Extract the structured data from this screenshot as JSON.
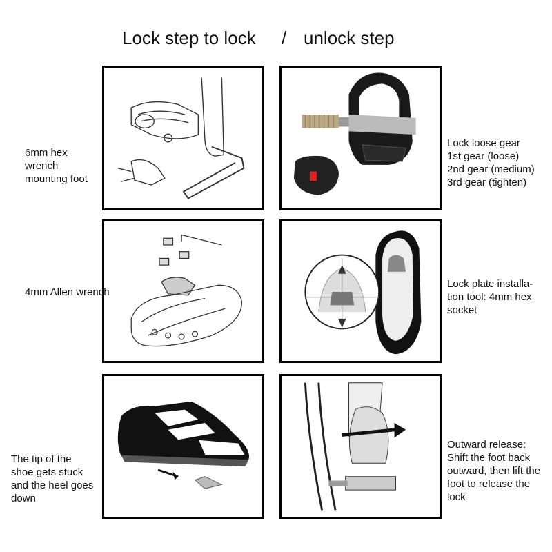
{
  "header": {
    "lock_title": "Lock step to lock",
    "separator": "/",
    "unlock_title": "unlock step"
  },
  "captions": {
    "hex_wrench": "6mm hex\nwrench\nmounting foot",
    "lock_gear": "Lock loose gear\n1st gear (loose)\n2nd gear (medium)\n3rd gear (tighten)",
    "allen_wrench": "4mm Allen wrench",
    "lock_plate": "Lock plate installa-\ntion tool: 4mm hex\nsocket",
    "toe_stuck": "The tip of the\nshoe gets stuck\nand the heel goes\ndown",
    "outward_release": "Outward release:\nShift the foot back\noutward, then lift the\nfoot to release the\nlock"
  },
  "icons": {
    "panel1": "pedal-wrench-icon",
    "panel2": "pedal-photo-icon",
    "panel3": "cleat-mount-icon",
    "panel4": "cleat-adjust-icon",
    "panel5": "shoe-engage-icon",
    "panel6": "foot-release-icon"
  }
}
